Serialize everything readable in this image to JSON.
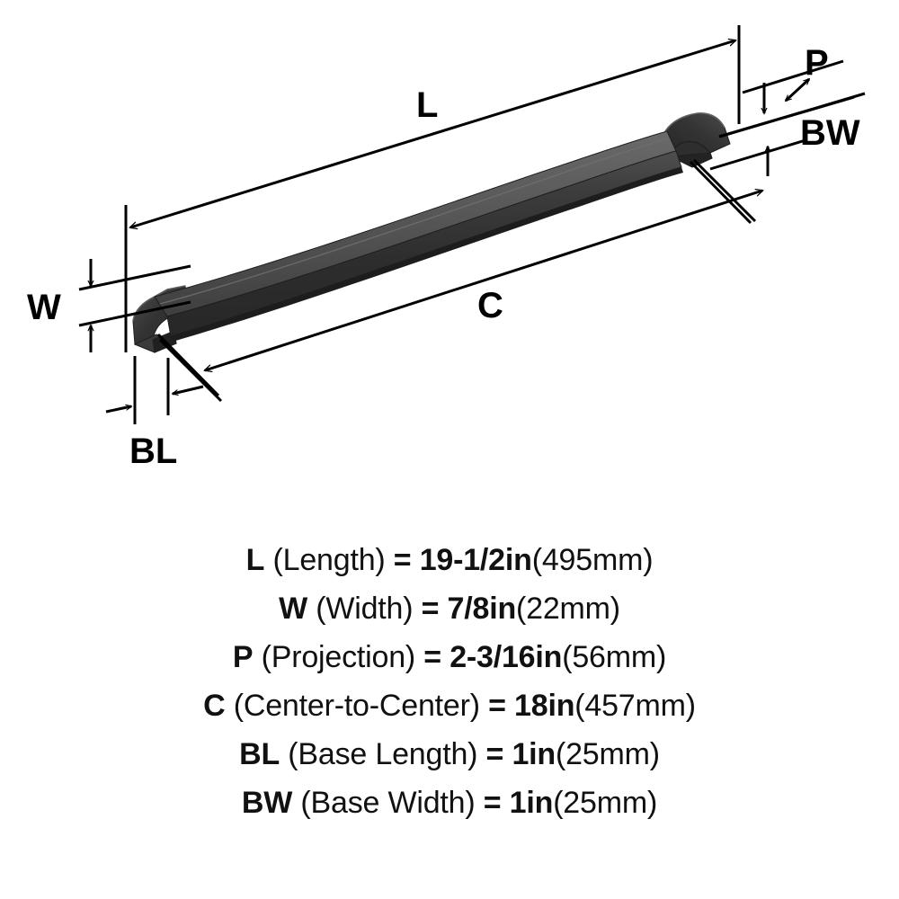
{
  "diagram": {
    "title": "appliance-pull-dimension-diagram",
    "product_shape": "arched bar pull with flared feet",
    "colors": {
      "line": "#000000",
      "background": "#ffffff",
      "handle_dark": "#2b2b2b",
      "handle_mid": "#3a3a3a",
      "handle_light": "#4a4a4a",
      "handle_edge": "#555555"
    },
    "labels": [
      {
        "key": "L",
        "text": "L"
      },
      {
        "key": "W",
        "text": "W"
      },
      {
        "key": "P",
        "text": "P"
      },
      {
        "key": "C",
        "text": "C"
      },
      {
        "key": "BL",
        "text": "BL"
      },
      {
        "key": "BW",
        "text": "BW"
      }
    ]
  },
  "specs": [
    {
      "symbol": "L",
      "name": "(Length)",
      "equals": "=",
      "value_in": "19-1/2in",
      "value_mm": "(495mm)"
    },
    {
      "symbol": "W",
      "name": "(Width)",
      "equals": "=",
      "value_in": "7/8in",
      "value_mm": "(22mm)"
    },
    {
      "symbol": "P",
      "name": "(Projection)",
      "equals": "=",
      "value_in": "2-3/16in",
      "value_mm": "(56mm)"
    },
    {
      "symbol": "C",
      "name": "(Center-to-Center)",
      "equals": "=",
      "value_in": "18in",
      "value_mm": "(457mm)"
    },
    {
      "symbol": "BL",
      "name": "(Base Length)",
      "equals": "=",
      "value_in": "1in",
      "value_mm": "(25mm)"
    },
    {
      "symbol": "BW",
      "name": "(Base Width)",
      "equals": "=",
      "value_in": "1in",
      "value_mm": "(25mm)"
    }
  ]
}
